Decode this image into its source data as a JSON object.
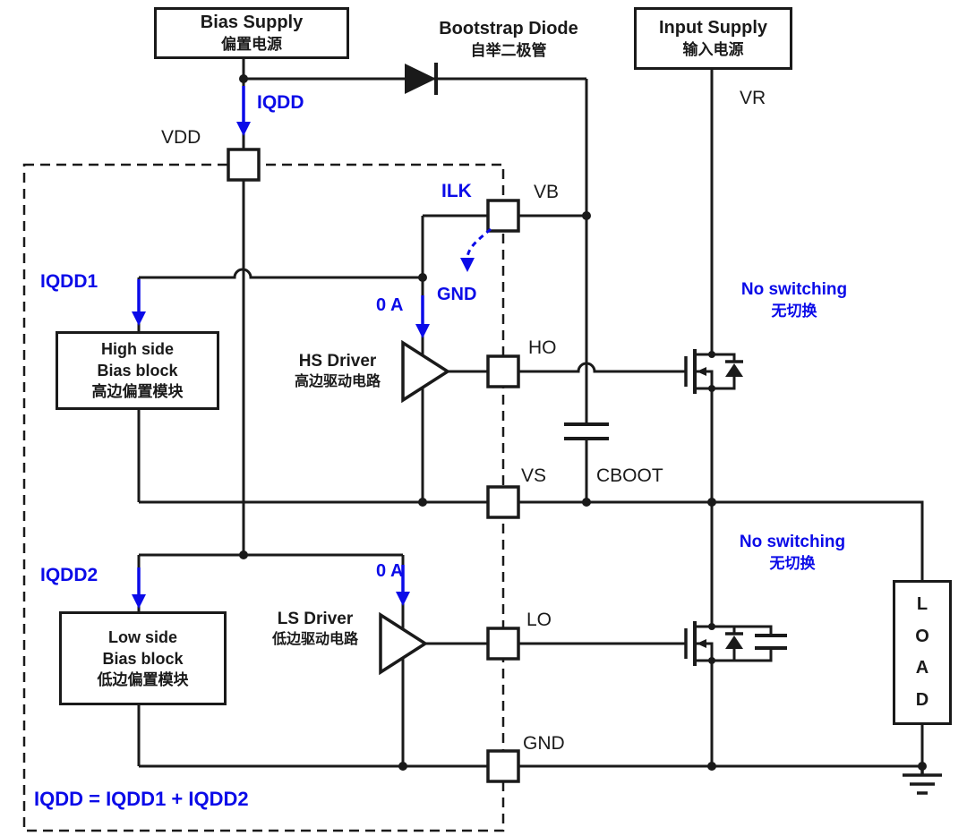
{
  "colors": {
    "wire": "#1a1a1a",
    "current_blue": "#0b0be8",
    "background": "#ffffff"
  },
  "blocks": {
    "bias_supply": {
      "en": "Bias Supply",
      "zh": "偏置电源"
    },
    "input_supply": {
      "en": "Input Supply",
      "zh": "输入电源"
    },
    "bootstrap_diode": {
      "en": "Bootstrap Diode",
      "zh": "自举二极管"
    },
    "hs_bias_block": {
      "en1": "High side",
      "en2": "Bias block",
      "zh": "高边偏置模块"
    },
    "ls_bias_block": {
      "en1": "Low side",
      "en2": "Bias block",
      "zh": "低边偏置模块"
    },
    "hs_driver": {
      "en": "HS Driver",
      "zh": "高边驱动电路"
    },
    "ls_driver": {
      "en": "LS Driver",
      "zh": "低边驱动电路"
    },
    "load": {
      "l1": "L",
      "l2": "O",
      "l3": "A",
      "l4": "D"
    }
  },
  "pins": {
    "vdd": "VDD",
    "vb": "VB",
    "ho": "HO",
    "vs": "VS",
    "lo": "LO",
    "gnd": "GND"
  },
  "nets": {
    "vr": "VR",
    "cboot": "CBOOT"
  },
  "currents": {
    "iqdd": "IQDD",
    "iqdd1": "IQDD1",
    "iqdd2": "IQDD2",
    "ilk": "ILK",
    "gnd_target": "GND",
    "zero_a": "0 A",
    "equation": "IQDD = IQDD1 + IQDD2"
  },
  "annotations": {
    "no_switching_en": "No switching",
    "no_switching_zh": "无切换"
  }
}
